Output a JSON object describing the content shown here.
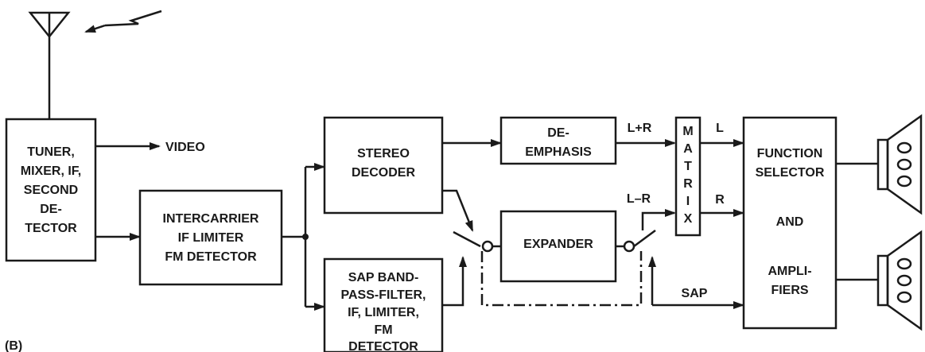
{
  "figure_label": "(B)",
  "blocks": {
    "tuner": [
      "TUNER,",
      "MIXER, IF,",
      "SECOND",
      "DE-",
      "TECTOR"
    ],
    "intercarrier": [
      "INTERCARRIER",
      "IF LIMITER",
      "FM DETECTOR"
    ],
    "stereo_decoder": [
      "STEREO",
      "DECODER"
    ],
    "sap_filter": [
      "SAP BAND-",
      "PASS-FILTER,",
      "IF, LIMITER,",
      "FM",
      "DETECTOR"
    ],
    "deemphasis": [
      "DE-",
      "EMPHASIS"
    ],
    "expander": [
      "EXPANDER"
    ],
    "matrix": [
      "M",
      "A",
      "T",
      "R",
      "I",
      "X"
    ],
    "function_selector": [
      "FUNCTION",
      "SELECTOR",
      "AND",
      "AMPLI-",
      "FIERS"
    ]
  },
  "signals": {
    "video": "VIDEO",
    "l_plus_r": "L+R",
    "l_minus_r": "L–R",
    "left": "L",
    "right": "R",
    "sap": "SAP"
  },
  "colors": {
    "ink": "#1a1a1a",
    "background": "#ffffff"
  }
}
